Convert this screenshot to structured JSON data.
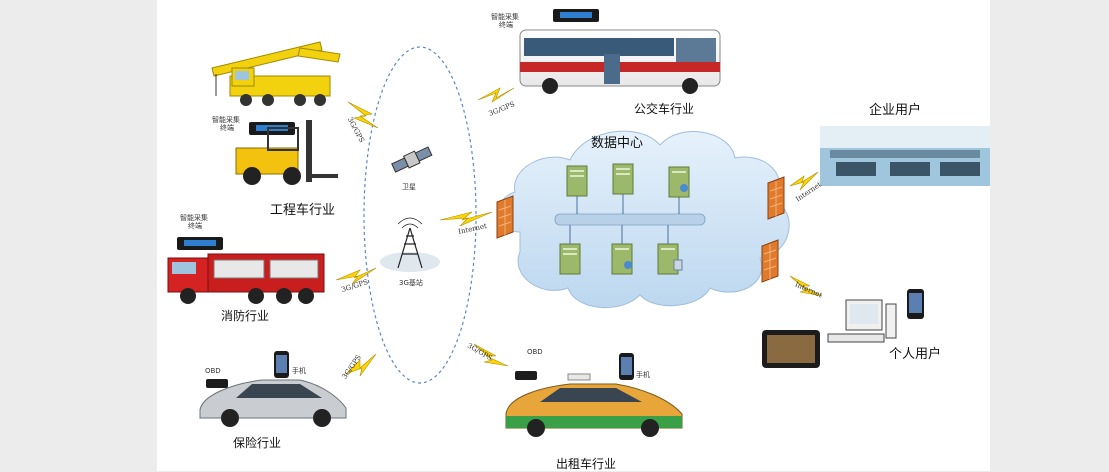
{
  "industries": {
    "engineering": "工程车行业",
    "bus": "公交车行业",
    "fire": "消防行业",
    "insurance": "保险行业",
    "taxi": "出租车行业"
  },
  "users": {
    "enterprise": "企业用户",
    "personal": "个人用户"
  },
  "data_center": "数据中心",
  "terminal": {
    "line1": "智能采集",
    "line2": "终端"
  },
  "device": {
    "obd": "OBD",
    "phone": "手机"
  },
  "network": {
    "satellite": "卫星",
    "base_station": "3G基站"
  },
  "connections": {
    "g3gps": "3G/GPS",
    "internet": "Internet"
  },
  "colors": {
    "bolt": "#ffd400",
    "firewall": "#e07a2c",
    "server": "#9cb86a",
    "cloud": "#d2e6f6"
  }
}
